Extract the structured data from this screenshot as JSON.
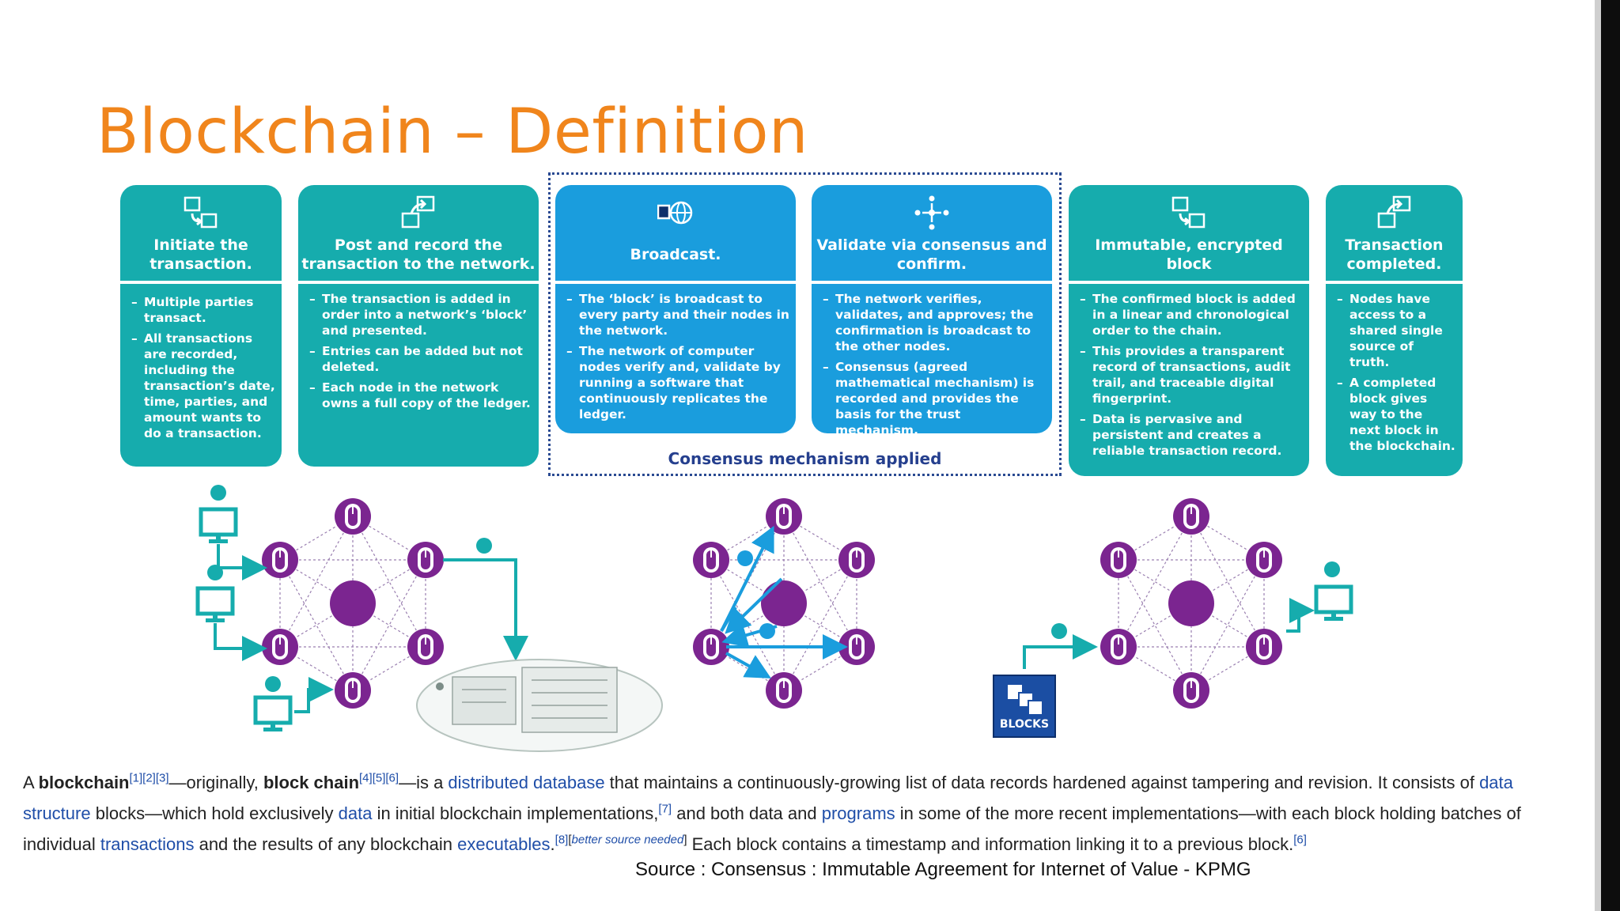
{
  "slide": {
    "title": "Blockchain – Definition",
    "consensus_label": "Consensus mechanism applied",
    "blocks_label": "BLOCKS",
    "source": "Source : Consensus : Immutable Agreement for Internet of Value - KPMG"
  },
  "steps": [
    {
      "title": "Initiate the transaction.",
      "icon": "exchange-icon",
      "points": [
        "Multiple parties transact.",
        "All transactions are recorded, including the transaction’s date, time, parties, and amount wants to do a transaction."
      ]
    },
    {
      "title": "Post and record the transaction to the network.",
      "icon": "upload-icon",
      "points": [
        "The transaction is added in order into a network’s ‘block’ and presented.",
        "Entries can be added but not deleted.",
        "Each node in the network owns a full copy of the ledger."
      ]
    },
    {
      "title": "Broadcast.",
      "icon": "broadcast-globe-icon",
      "points": [
        "The ‘block’ is broadcast to every party and their nodes in the network.",
        "The network of computer nodes verify and, validate by running a software that continuously replicates the ledger."
      ]
    },
    {
      "title": "Validate via consensus and confirm.",
      "icon": "consensus-icon",
      "points": [
        "The network verifies, validates, and approves; the confirmation is broadcast to the other nodes.",
        "Consensus (agreed mathematical mechanism) is recorded and provides the basis for the trust mechanism."
      ]
    },
    {
      "title": "Immutable, encrypted block",
      "icon": "exchange-icon",
      "points": [
        "The confirmed block is added in a linear and chronological order to the chain.",
        "This provides a transparent record of transactions, audit trail, and traceable digital fingerprint.",
        "Data is pervasive and persistent and creates a reliable transaction record."
      ]
    },
    {
      "title": "Transaction completed.",
      "icon": "upload-icon",
      "points": [
        "Nodes have access to a shared single source of truth.",
        "A completed block gives way to the next block in the blockchain."
      ]
    }
  ],
  "paragraph": {
    "p1": "A ",
    "term1": "blockchain",
    "ref1": "[1][2][3]",
    "p2": "—originally, ",
    "term2": "block chain",
    "ref2": "[4][5][6]",
    "p3": "—is a ",
    "link_distributed_database": "distributed database",
    "p4": " that maintains a continuously-growing list of data records hardened against tampering and revision. It consists of ",
    "link_data_structure": "data structure",
    "p5": " blocks—which hold exclusively ",
    "link_data": "data",
    "p6": " in initial blockchain implementations,",
    "ref7": "[7]",
    "p7": " and both data and ",
    "link_programs": "programs",
    "p8": " in some of the more recent implementations—with each block holding batches of individual ",
    "link_transactions": "transactions",
    "p9": " and the results of any blockchain ",
    "link_executables": "executables",
    "p10": ".",
    "ref8": "[8]",
    "ref_better_open": "[",
    "ref_better": "better source needed",
    "ref_better_close": "]",
    "p11": " Each block contains a timestamp and information linking it to a previous block.",
    "ref6": "[6]"
  },
  "colors": {
    "title": "#f0851c",
    "teal": "#16acad",
    "blue": "#1a9ddd",
    "node_purple": "#7b2590",
    "link_blue": "#1f4ea8",
    "consensus_border": "#2a4a92"
  }
}
